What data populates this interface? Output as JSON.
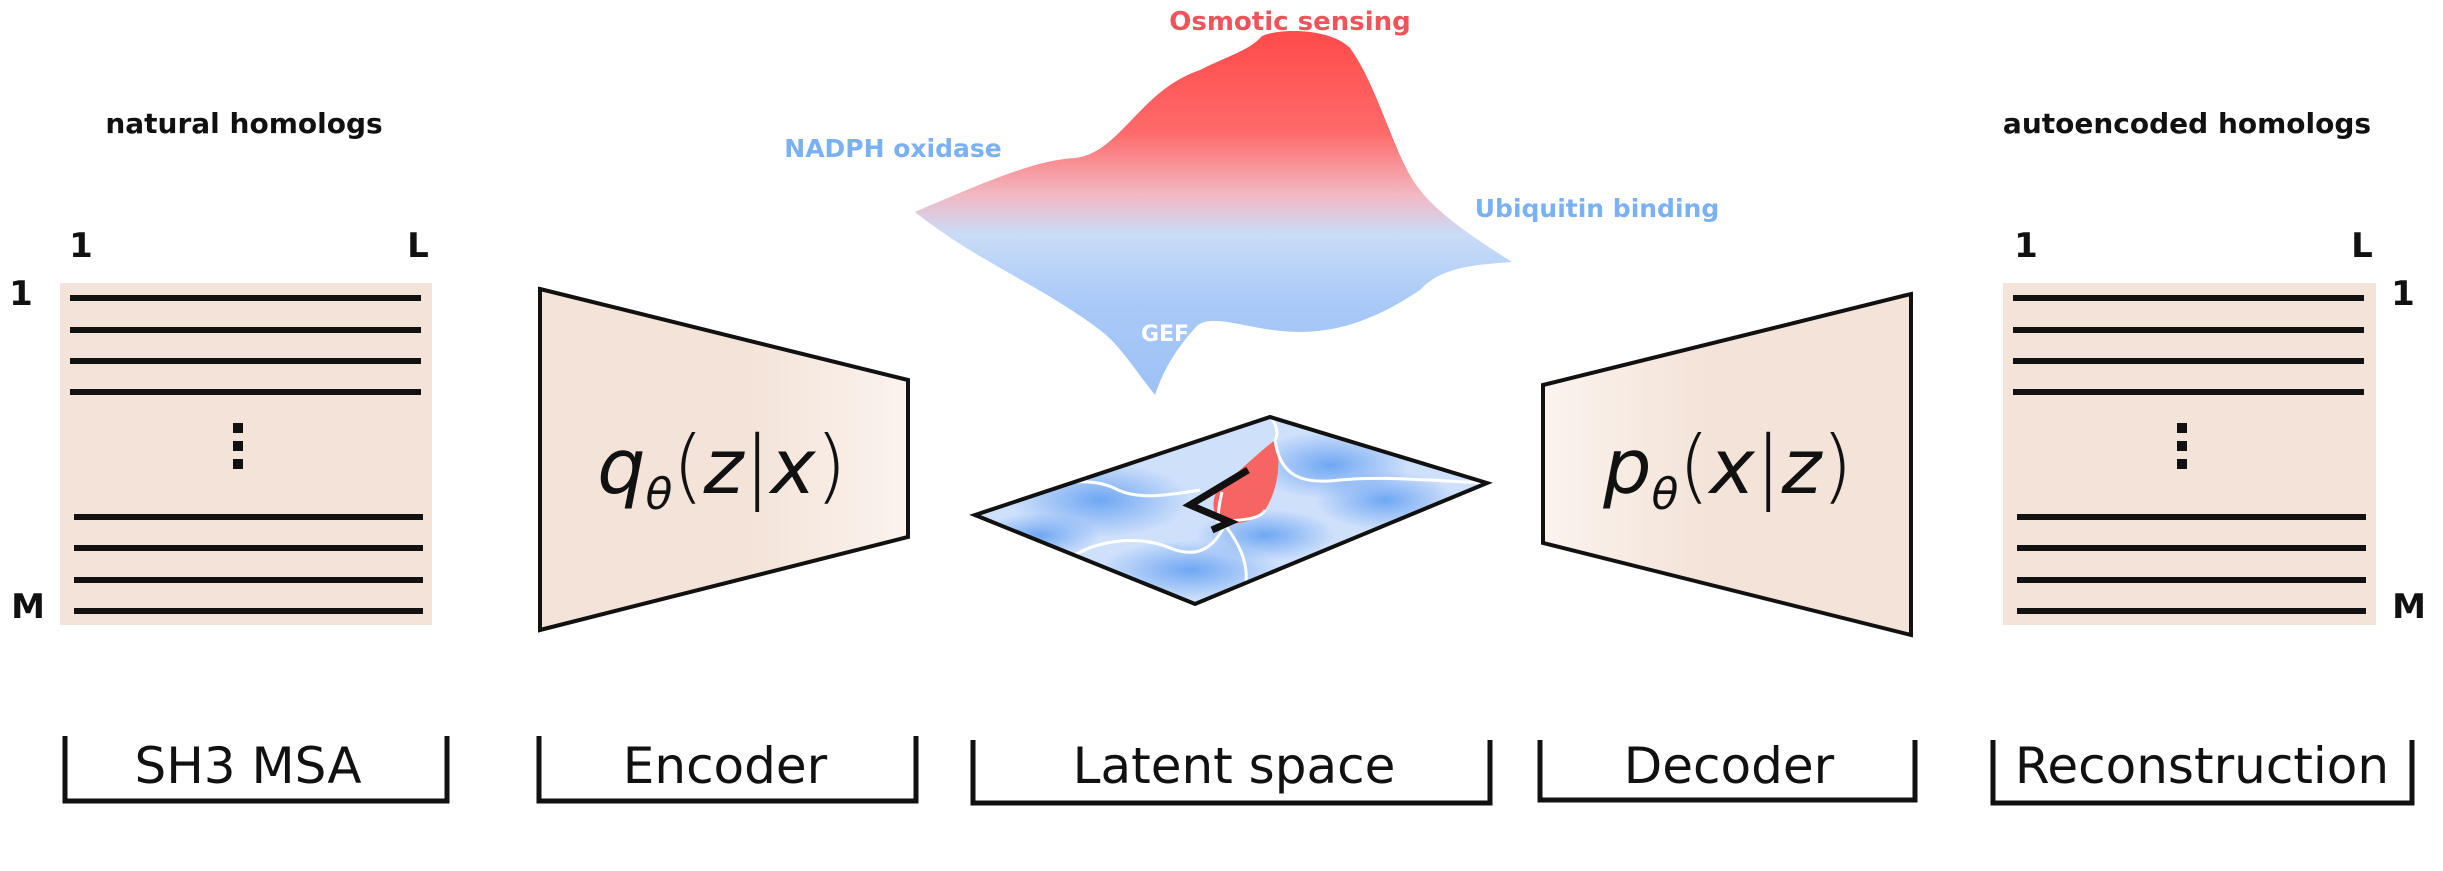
{
  "colors": {
    "block_fill": "#f3e3d8",
    "red": "#ff4d4d",
    "blue": "#7aaef5",
    "label_blue": "#7ab0f4",
    "label_red": "#f0535a"
  },
  "msa": {
    "title": "natural homologs",
    "col_start": "1",
    "col_end": "L",
    "row_start": "1",
    "row_end": "M",
    "dots": "⋮",
    "caption": "SH3 MSA"
  },
  "encoder": {
    "q": "q",
    "subscript": "θ",
    "open": "(",
    "var1": "z",
    "bar": "|",
    "var2": "x",
    "close": ")",
    "caption": "Encoder"
  },
  "latent": {
    "peak_labels": {
      "osmotic": "Osmotic sensing",
      "nadph": "NADPH oxidase",
      "ubiquitin": "Ubiquitin binding",
      "gef": "GEF"
    },
    "caption": "Latent space"
  },
  "decoder": {
    "p": "p",
    "subscript": "θ",
    "open": "(",
    "var1": "x",
    "bar": "|",
    "var2": "z",
    "close": ")",
    "caption": "Decoder"
  },
  "recon": {
    "title": "autoencoded homologs",
    "col_start": "1",
    "col_end": "L",
    "row_start": "1",
    "row_end": "M",
    "dots": "⋮",
    "caption": "Reconstruction"
  }
}
